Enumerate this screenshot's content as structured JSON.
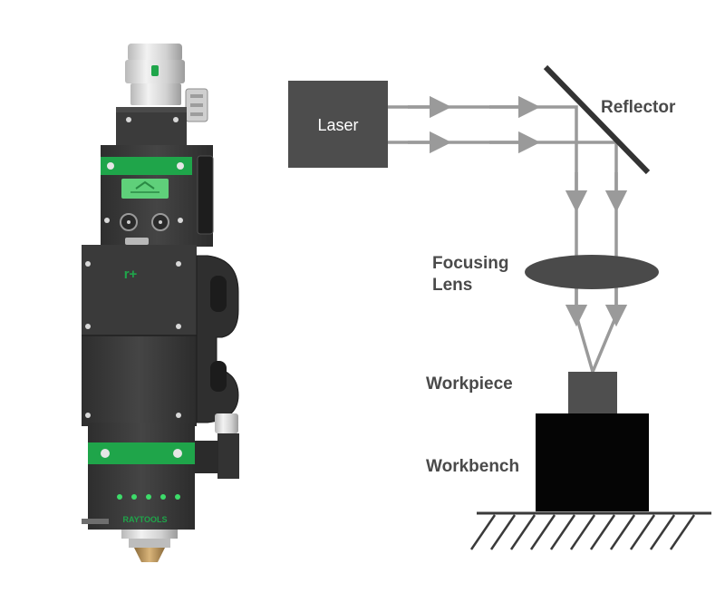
{
  "diagram": {
    "labels": {
      "laser": "Laser",
      "reflector": "Reflector",
      "focusing_line1": "Focusing",
      "focusing_line2": "Lens",
      "workpiece": "Workpiece",
      "workbench": "Workbench"
    },
    "colors": {
      "beam": "#9a9a9a",
      "laser_box": "#4d4d4d",
      "reflector": "#333333",
      "lens": "#4a4a4a",
      "workpiece": "#4f4f4f",
      "workbench": "#050505",
      "ground": "#3a3a3a"
    }
  },
  "device": {
    "brand": "RAYTOOLS",
    "logo_glyph": "r+",
    "accent_color": "#1fa54a",
    "body_color": "#3c3c3c",
    "led_count": 5
  }
}
